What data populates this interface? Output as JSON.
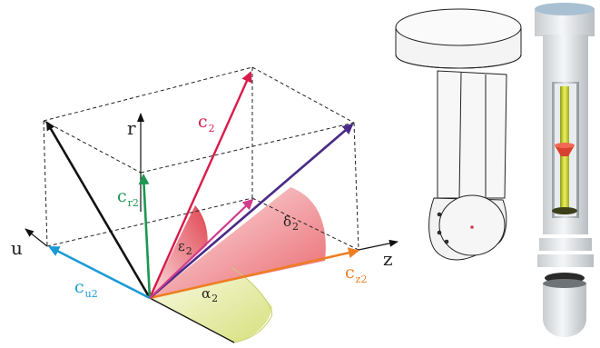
{
  "axes": {
    "u": "u",
    "r": "r",
    "z": "z"
  },
  "vectors": {
    "c2": {
      "main": "c",
      "sub": "2",
      "color": "#d81b4a"
    },
    "cr2": {
      "main": "c",
      "sub": "r2",
      "color": "#1e9650"
    },
    "cu2": {
      "main": "c",
      "sub": "u2",
      "color": "#1a9ad6"
    },
    "cz2": {
      "main": "c",
      "sub": "z2",
      "color": "#ee7d22"
    },
    "purple": {
      "color": "#4a2a86"
    },
    "black": {
      "color": "#111111"
    },
    "magenta": {
      "color": "#d23b8c"
    }
  },
  "angles": {
    "alpha2": {
      "main": "α",
      "sub": "2"
    },
    "epsilon2": {
      "main": "ε",
      "sub": "2"
    },
    "delta2": {
      "main": "δ",
      "sub": "2"
    }
  },
  "colors": {
    "alpha_fill": "#dfe79a",
    "epsilon_fill": "#e56570",
    "delta_fill": "#f3b0b3"
  }
}
